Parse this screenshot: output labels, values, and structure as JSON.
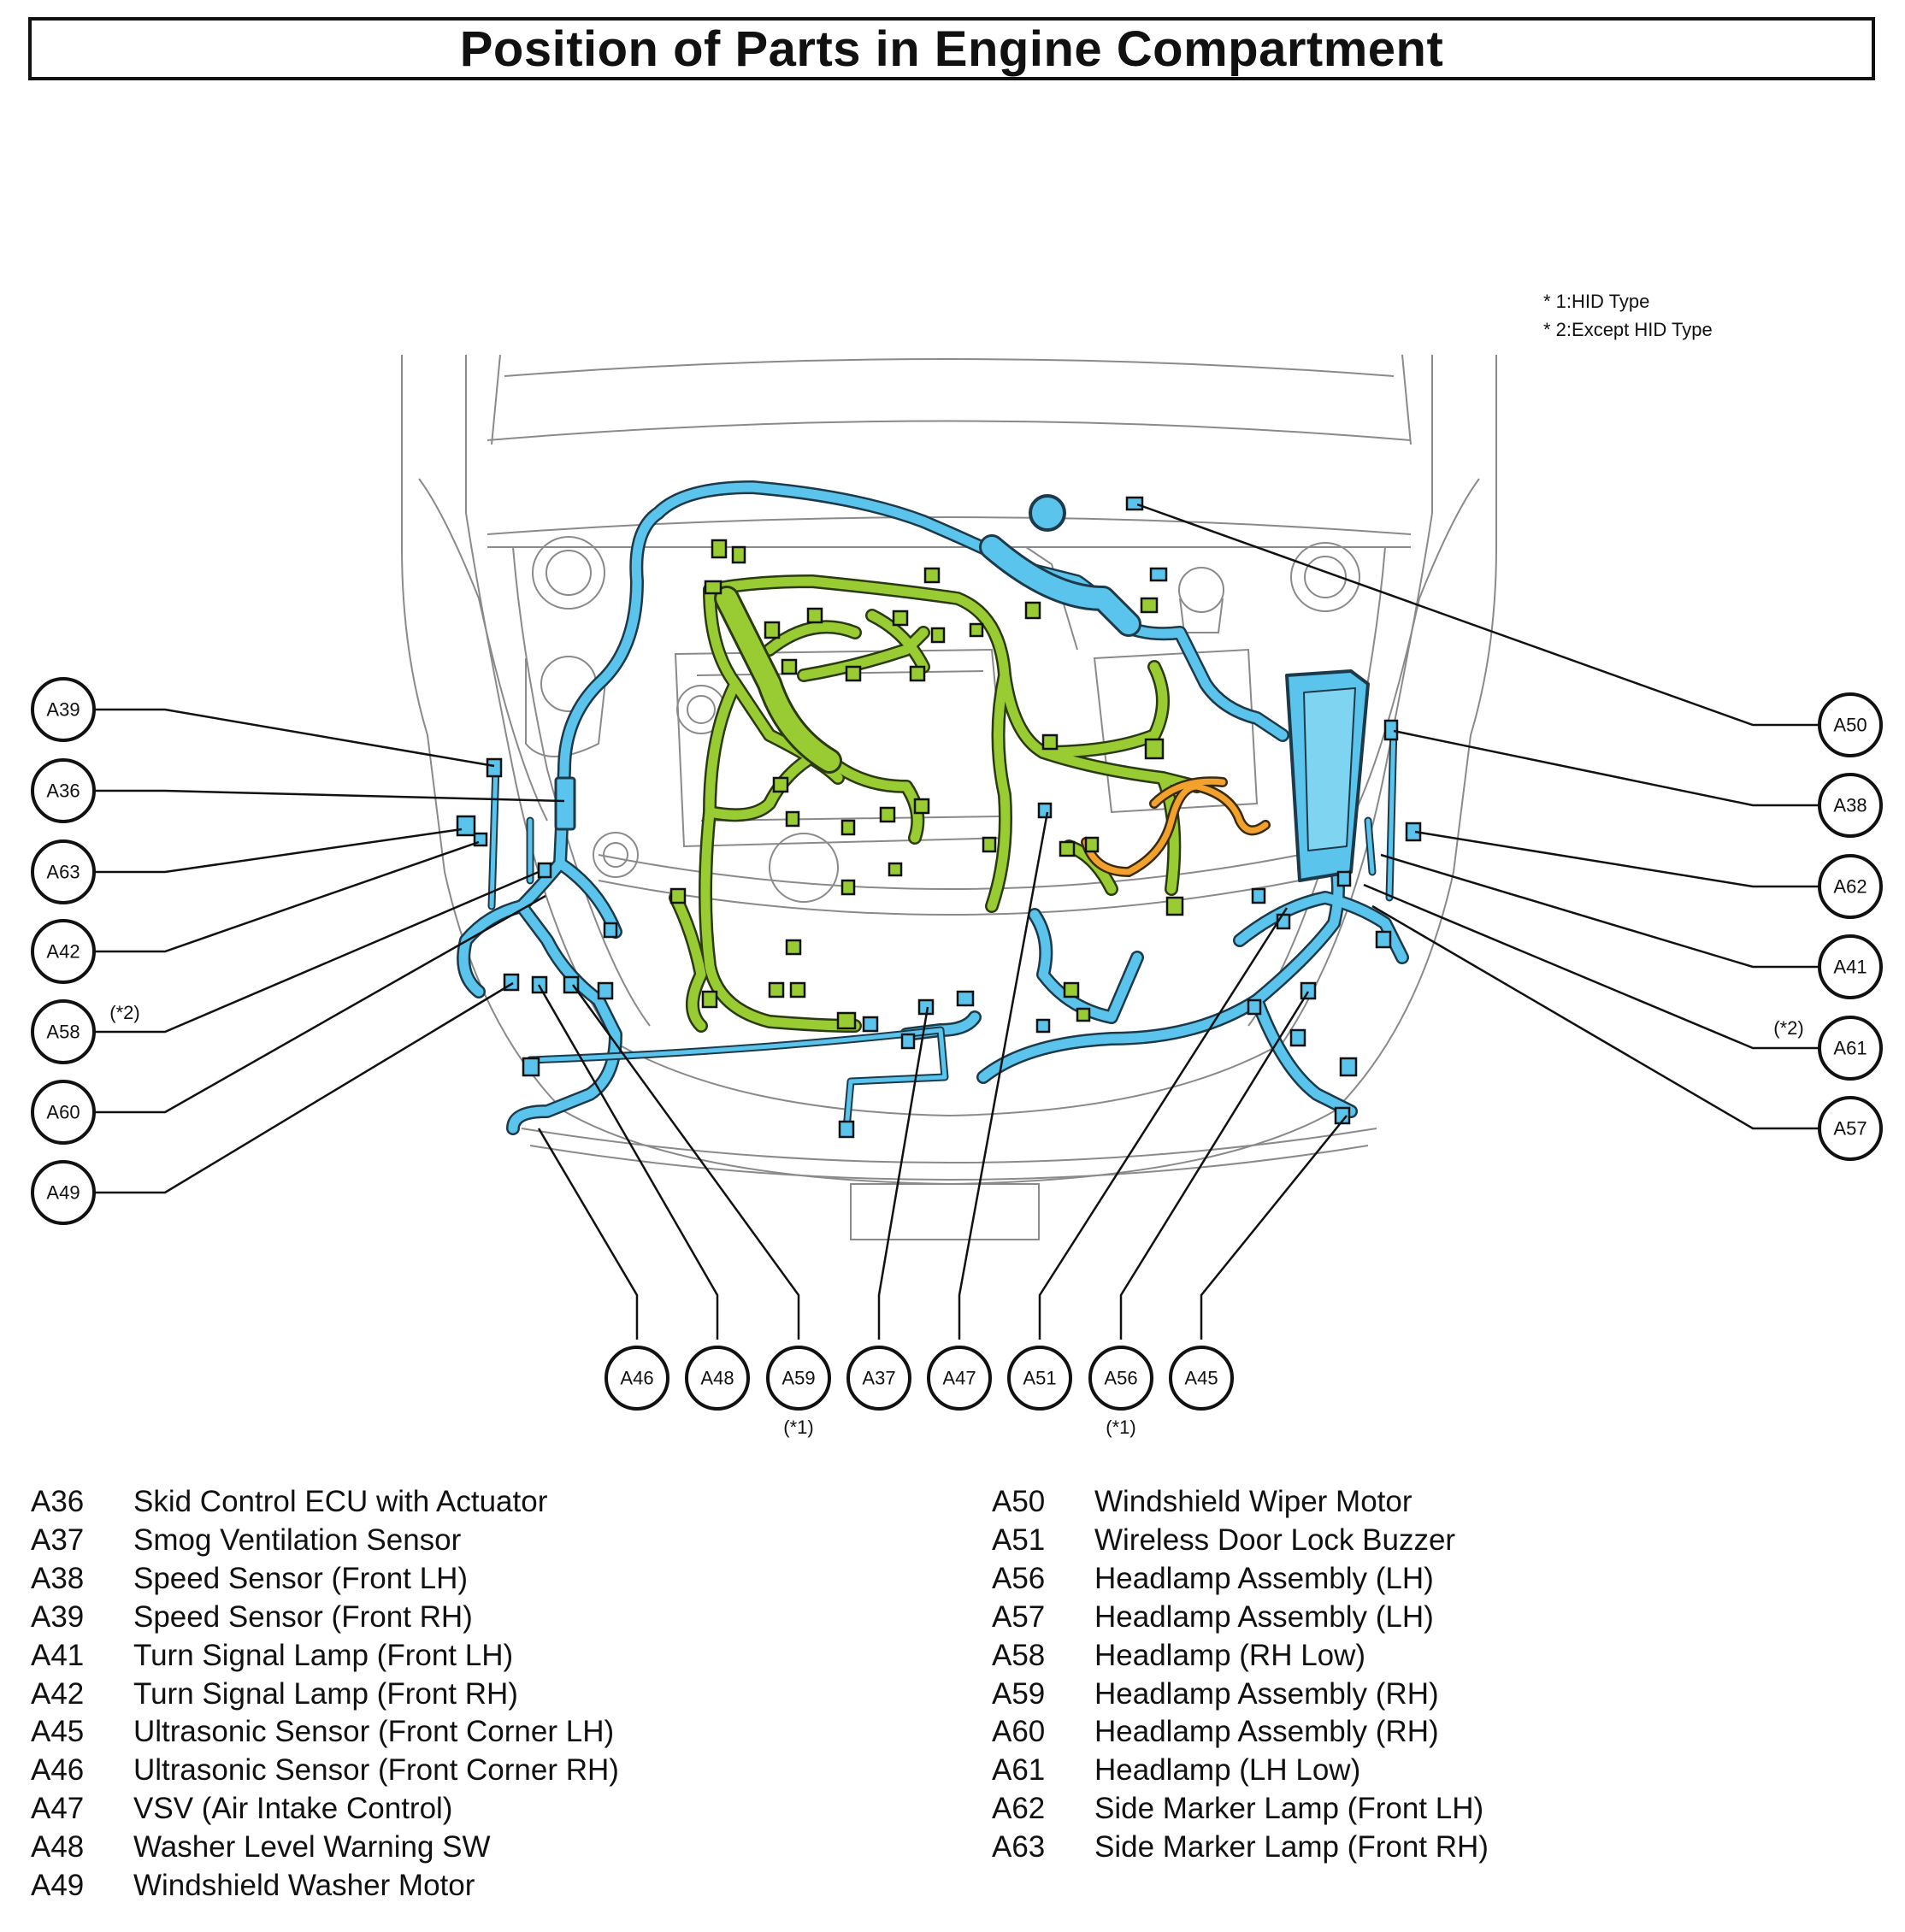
{
  "title": "Position of Parts in Engine Compartment",
  "notes": [
    "* 1:HID Type",
    "* 2:Except HID Type"
  ],
  "callouts": {
    "A39": "A39",
    "A36": "A36",
    "A63": "A63",
    "A42": "A42",
    "A58": "A58",
    "A60": "A60",
    "A49": "A49",
    "A50": "A50",
    "A38": "A38",
    "A62": "A62",
    "A41": "A41",
    "A61": "A61",
    "A57": "A57",
    "A46": "A46",
    "A48": "A48",
    "A59": "A59",
    "A37": "A37",
    "A47": "A47",
    "A51": "A51",
    "A56": "A56",
    "A45": "A45"
  },
  "callout_notes": {
    "A58": "(*2)",
    "A61": "(*2)",
    "A59": "(*1)",
    "A56": "(*1)"
  },
  "colors": {
    "harness_blue": "#5bc4ec",
    "harness_green": "#99cc33",
    "harness_orange": "#f2a22c",
    "outline": "#111111"
  },
  "parts_left": [
    {
      "code": "A36",
      "name": "Skid Control ECU with Actuator"
    },
    {
      "code": "A37",
      "name": "Smog Ventilation Sensor"
    },
    {
      "code": "A38",
      "name": "Speed Sensor (Front LH)"
    },
    {
      "code": "A39",
      "name": "Speed Sensor (Front RH)"
    },
    {
      "code": "A41",
      "name": "Turn Signal Lamp (Front LH)"
    },
    {
      "code": "A42",
      "name": "Turn Signal Lamp (Front RH)"
    },
    {
      "code": "A45",
      "name": "Ultrasonic Sensor (Front Corner LH)"
    },
    {
      "code": "A46",
      "name": "Ultrasonic Sensor (Front Corner RH)"
    },
    {
      "code": "A47",
      "name": "VSV (Air Intake Control)"
    },
    {
      "code": "A48",
      "name": "Washer Level Warning SW"
    },
    {
      "code": "A49",
      "name": "Windshield Washer Motor"
    }
  ],
  "parts_right": [
    {
      "code": "A50",
      "name": "Windshield Wiper Motor"
    },
    {
      "code": "A51",
      "name": "Wireless Door Lock Buzzer"
    },
    {
      "code": "A56",
      "name": "Headlamp Assembly (LH)"
    },
    {
      "code": "A57",
      "name": "Headlamp Assembly (LH)"
    },
    {
      "code": "A58",
      "name": "Headlamp (RH Low)"
    },
    {
      "code": "A59",
      "name": "Headlamp Assembly (RH)"
    },
    {
      "code": "A60",
      "name": "Headlamp Assembly (RH)"
    },
    {
      "code": "A61",
      "name": "Headlamp (LH Low)"
    },
    {
      "code": "A62",
      "name": "Side Marker Lamp (Front LH)"
    },
    {
      "code": "A63",
      "name": "Side Marker Lamp (Front RH)"
    }
  ]
}
